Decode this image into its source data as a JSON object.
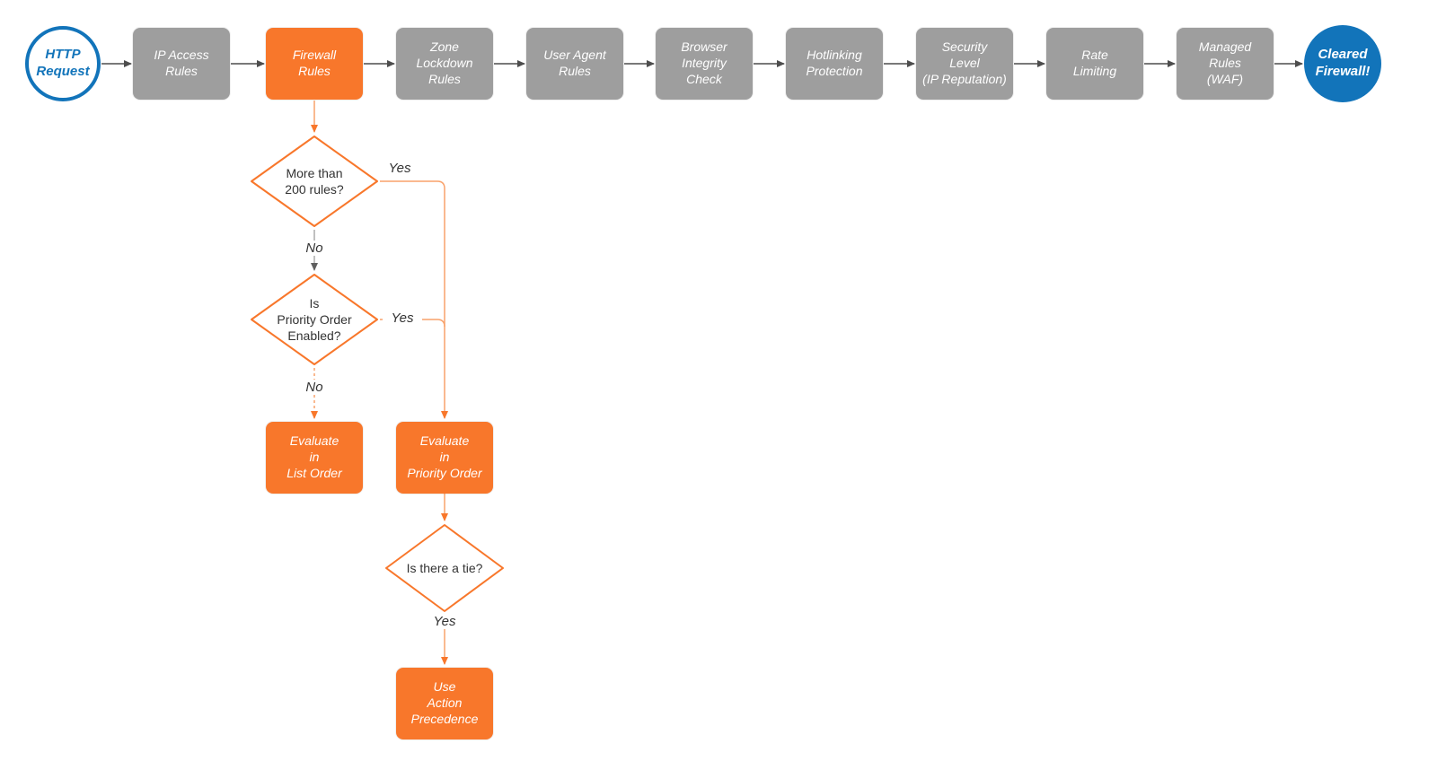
{
  "colors": {
    "brand_blue": "#1274BA",
    "accent_orange": "#F8772B",
    "connector_orange": "#F9A26B",
    "stage_gray": "#9E9E9E",
    "arrow_dark": "#4D4D4D",
    "text_dark": "#333333",
    "node_text_white": "#FFFFFF"
  },
  "flow": {
    "start": {
      "label": "HTTP\nRequest"
    },
    "stages": [
      {
        "label": "IP Access\nRules"
      },
      {
        "label": "Firewall\nRules"
      },
      {
        "label": "Zone\nLockdown\nRules"
      },
      {
        "label": "User Agent\nRules"
      },
      {
        "label": "Browser\nIntegrity\nCheck"
      },
      {
        "label": "Hotlinking\nProtection"
      },
      {
        "label": "Security\nLevel\n(IP Reputation)"
      },
      {
        "label": "Rate\nLimiting"
      },
      {
        "label": "Managed\nRules\n(WAF)"
      }
    ],
    "end": {
      "label": "Cleared\nFirewall!"
    },
    "decisions": [
      {
        "question": "More than\n200 rules?",
        "yes_label": "Yes",
        "no_label": "No"
      },
      {
        "question": "Is\nPriority Order\nEnabled?",
        "yes_label": "Yes",
        "no_label": "No"
      },
      {
        "question": "Is there a tie?",
        "yes_label": "Yes"
      }
    ],
    "actions": [
      {
        "label": "Evaluate\nin\nList Order"
      },
      {
        "label": "Evaluate\nin\nPriority Order"
      },
      {
        "label": "Use\nAction\nPrecedence"
      }
    ]
  }
}
